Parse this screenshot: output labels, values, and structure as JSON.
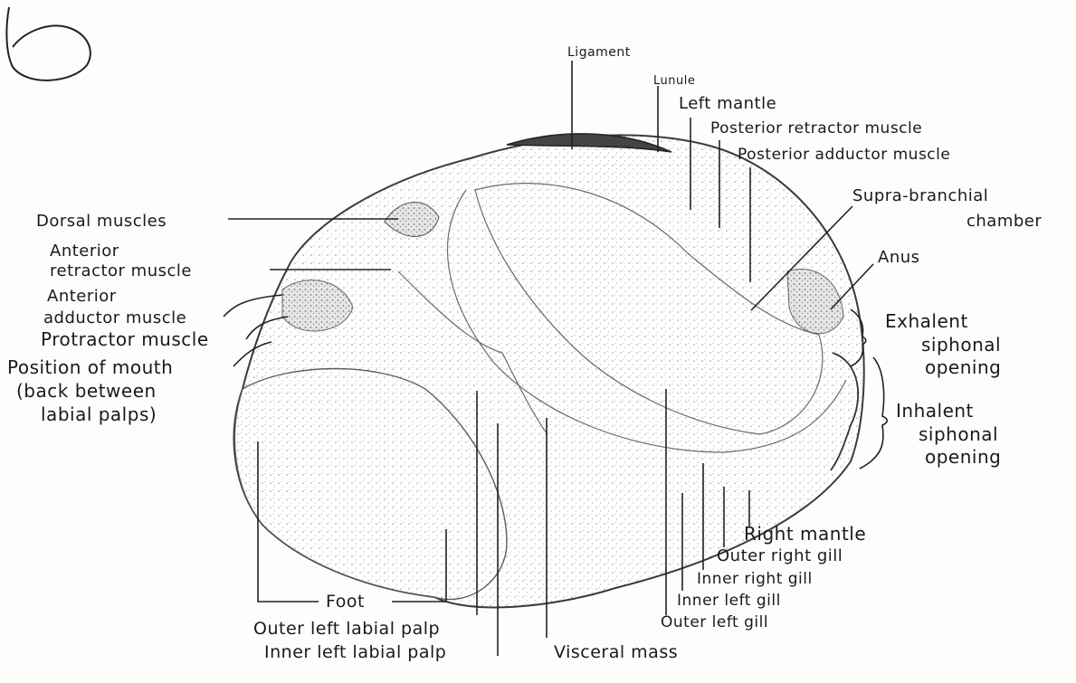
{
  "corner_mark": "b",
  "labels": {
    "ligament": "Ligament",
    "lunule": "Lunule",
    "left_mantle": "Left mantle",
    "posterior_retractor": "Posterior retractor muscle",
    "posterior_adductor": "Posterior adductor muscle",
    "supra_branchial_1": "Supra-branchial",
    "supra_branchial_2": "chamber",
    "anus": "Anus",
    "exhalent_1": "Exhalent",
    "exhalent_2": "siphonal",
    "exhalent_3": "opening",
    "inhalent_1": "Inhalent",
    "inhalent_2": "siphonal",
    "inhalent_3": "opening",
    "dorsal_muscles": "Dorsal muscles",
    "anterior_retractor_1": "Anterior",
    "anterior_retractor_2": "retractor muscle",
    "anterior_adductor_1": "Anterior",
    "anterior_adductor_2": "adductor muscle",
    "protractor": "Protractor muscle",
    "mouth_1": "Position of mouth",
    "mouth_2": "(back between",
    "mouth_3": "labial palps)",
    "right_mantle": "Right mantle",
    "outer_right_gill": "Outer right gill",
    "inner_right_gill": "Inner right gill",
    "inner_left_gill": "Inner left gill",
    "outer_left_gill": "Outer left gill",
    "foot": "Foot",
    "outer_left_palp": "Outer left labial palp",
    "inner_left_palp": "Inner left labial palp",
    "visceral_mass": "Visceral mass"
  }
}
